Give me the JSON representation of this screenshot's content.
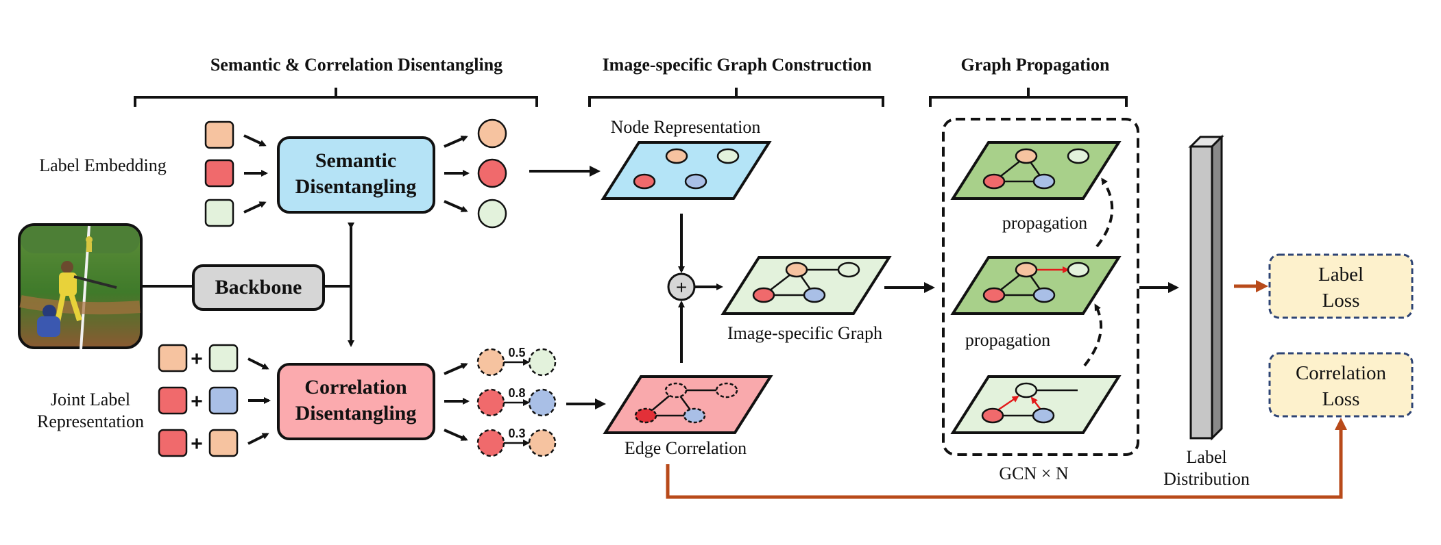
{
  "sections": {
    "semantic_correlation": "Semantic & Correlation Disentangling",
    "graph_construction": "Image-specific Graph Construction",
    "graph_propagation": "Graph Propagation"
  },
  "labels": {
    "label_embedding": "Label Embedding",
    "joint_line1": "Joint Label",
    "joint_line2": "Representation",
    "node_representation": "Node Representation",
    "image_specific_graph": "Image-specific Graph",
    "edge_correlation": "Edge Correlation",
    "propagation": "propagation",
    "gcn": "GCN × N",
    "dist_line1": "Label",
    "dist_line2": "Distribution"
  },
  "boxes": {
    "backbone": "Backbone",
    "semantic_line1": "Semantic",
    "semantic_line2": "Disentangling",
    "correlation_line1": "Correlation",
    "correlation_line2": "Disentangling"
  },
  "losses": {
    "label_line1": "Label",
    "label_line2": "Loss",
    "corr_line1": "Correlation",
    "corr_line2": "Loss"
  },
  "edge_weights": [
    "0.5",
    "0.8",
    "0.3"
  ],
  "symbols": {
    "plus": "+",
    "oplus": "+"
  },
  "colors": {
    "orange": "#f6c3a0",
    "red": "#f06a6c",
    "green_light": "#e3f2dc",
    "blue_node": "#a9bfe6",
    "semantic_box": "#b5e3f6",
    "correlation_box": "#fbaaae",
    "backbone_box": "#d6d6d6",
    "loss_fill": "#fdf1cc",
    "loss_border": "#2e4474",
    "loss_arrow": "#b84a1a",
    "plane_blue": "#b4e4f7",
    "plane_green_light": "#e3f2dc",
    "plane_green_dark": "#a8d08a",
    "plane_pink": "#f9a9ac"
  }
}
